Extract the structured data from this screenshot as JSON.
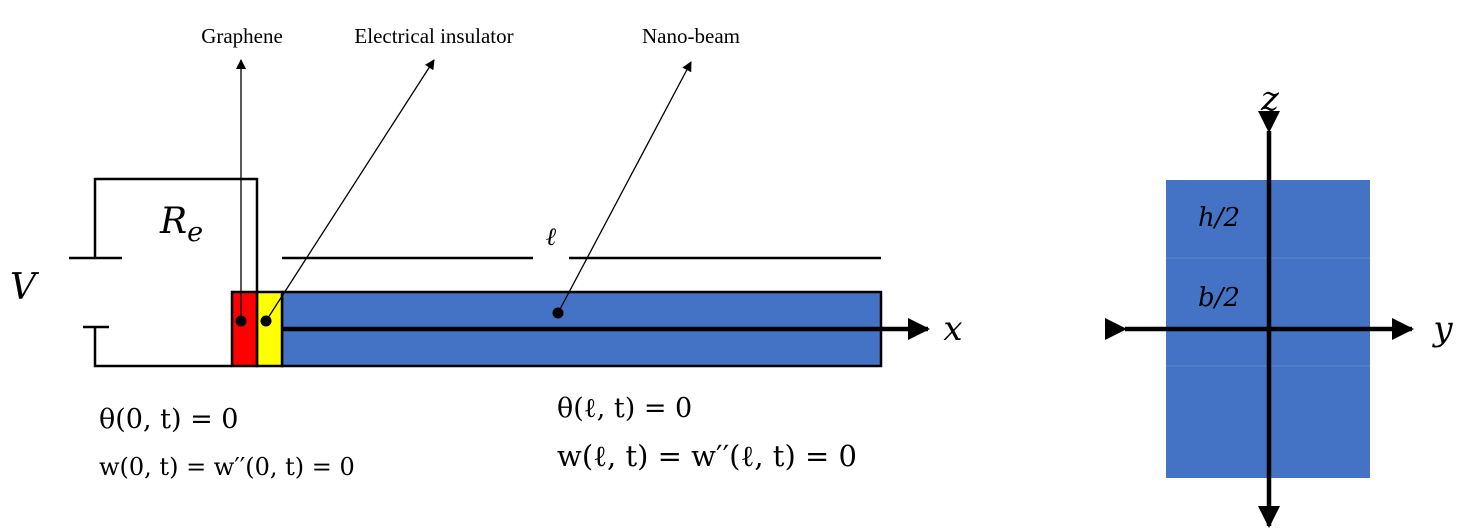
{
  "labels": {
    "graphene": "Graphene",
    "insulator": "Electrical insulator",
    "nanobeam": "Nano-beam"
  },
  "symbols": {
    "voltage": "V",
    "resistance_base": "R",
    "resistance_sub": "e",
    "length": "ℓ",
    "x_axis": "x",
    "y_axis": "y",
    "z_axis": "z",
    "h_half": "h/2",
    "b_half": "b/2"
  },
  "boundary_conditions": {
    "left_theta": "θ(0, t) = 0",
    "left_w": "w(0, t) = w′′(0, t) = 0",
    "right_theta": "θ(ℓ, t) = 0",
    "right_w": "w(ℓ, t) = w′′(ℓ, t) = 0"
  },
  "colors": {
    "beam": "#4472C4",
    "graphene": "#FF0000",
    "insulator": "#FFFF00",
    "stroke": "#000000"
  }
}
